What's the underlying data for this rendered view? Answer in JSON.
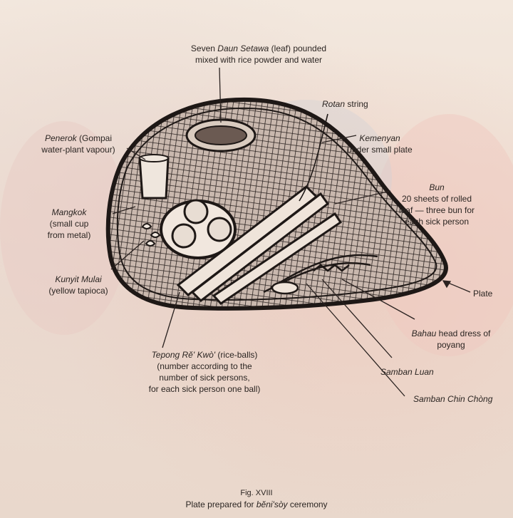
{
  "figure": {
    "number": "Fig. XVIII",
    "caption_prefix": "Plate prepared for ",
    "caption_term": "bĕni'sòy",
    "caption_suffix": " ceremony"
  },
  "labels": {
    "daun_setawa": {
      "line1_pre": "Seven ",
      "line1_em": "Daun Setawa",
      "line1_post": " (leaf) pounded",
      "line2": "mixed with rice powder and water"
    },
    "rotan": {
      "em": "Rotan",
      "post": " string"
    },
    "penerok": {
      "line1_em": "Penerok",
      "line1_post": " (Gompai",
      "line2": "water-plant vapour)"
    },
    "kemenyan": {
      "line1_em": "Kemenyan",
      "line2": "under small plate"
    },
    "bun": {
      "line1_em": "Bun",
      "line2": "20 sheets of rolled",
      "line3": "leaf — three bun for",
      "line4": "each sick person"
    },
    "mangkok": {
      "line1_em": "Mangkok",
      "line2": "(small cup",
      "line3": "from metal)"
    },
    "kunyit": {
      "line1_em": "Kunyit Mulai",
      "line2": "(yellow tapioca)"
    },
    "plate": {
      "text": "Plate"
    },
    "bahau": {
      "line1_em": "Bahau",
      "line1_post": " head dress of",
      "line2": "poyang"
    },
    "tepong": {
      "line1_em": "Tepong Rĕ' Kwò'",
      "line1_post": " (rice-balls)",
      "line2": "(number according to the",
      "line3": "number of sick persons,",
      "line4": "for each sick person one ball)"
    },
    "samban_luan": {
      "em": "Samban Luan"
    },
    "samban_chin": {
      "em": "Samban Chin Chòng"
    }
  }
}
